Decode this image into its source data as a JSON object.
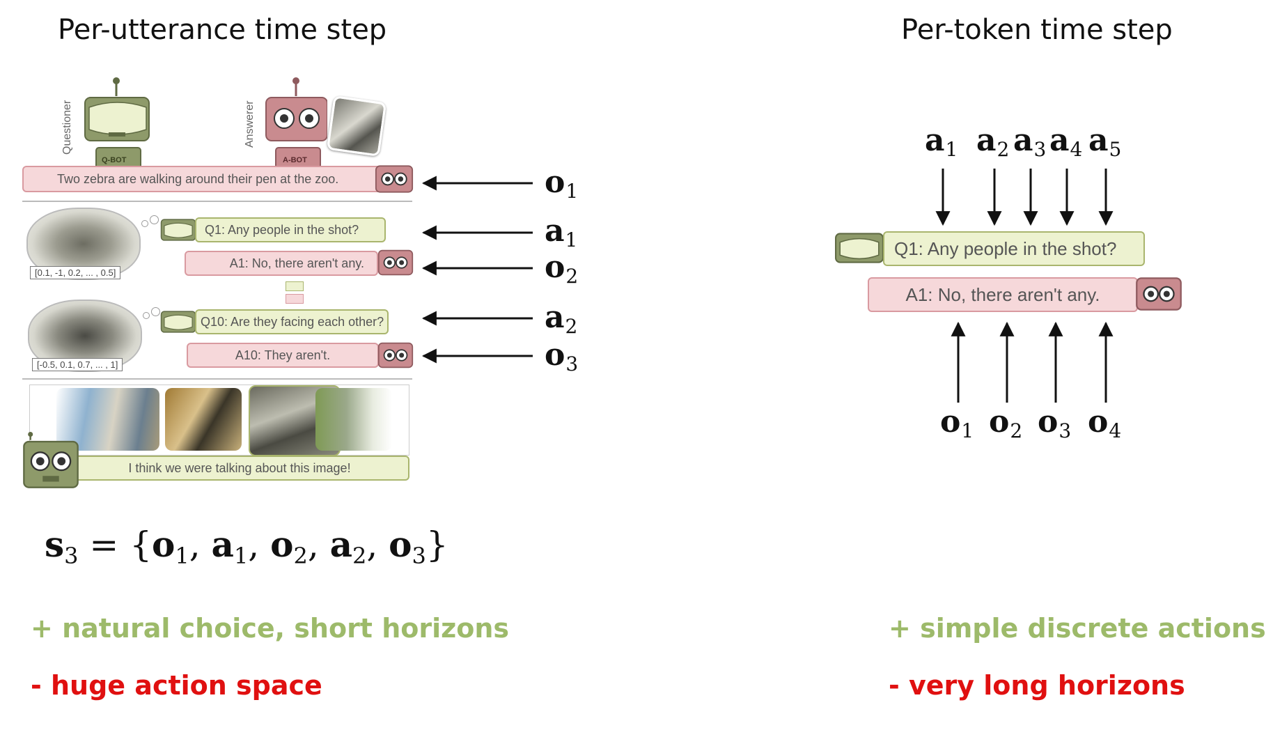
{
  "left": {
    "title": "Per-utterance time step",
    "robot_labels": {
      "questioner": "Questioner",
      "answerer": "Answerer",
      "qbot": "Q-BOT",
      "abot": "A-BOT"
    },
    "caption": "Two zebra are walking around their pen at the zoo.",
    "round1": {
      "question": "Q1: Any people in the shot?",
      "answer": "A1: No, there aren't any.",
      "vector": "[0.1, -1, 0.2, ... , 0.5]"
    },
    "round10": {
      "question": "Q10: Are they facing each other?",
      "answer": "A10: They aren't.",
      "vector": "[-0.5, 0.1, 0.7, ... , 1]"
    },
    "guess": "I think we were talking about this image!",
    "symbols": {
      "o1": "1",
      "a1": "1",
      "o2": "2",
      "a2": "2",
      "o3": "3"
    },
    "formula": {
      "lhs_sub": "3",
      "items": [
        "1",
        "1",
        "2",
        "2",
        "3"
      ]
    },
    "pro": "+ natural choice, short horizons",
    "con": "- huge action space"
  },
  "right": {
    "title": "Per-token time step",
    "actions": [
      "1",
      "2",
      "3",
      "4",
      "5"
    ],
    "observations": [
      "1",
      "2",
      "3",
      "4"
    ],
    "question": "Q1: Any people in the shot?",
    "answer": "A1: No, there aren't any.",
    "pro": "+ simple discrete actions",
    "con": "- very long horizons"
  },
  "colors": {
    "q_fill": "#edf2d0",
    "a_fill": "#f6d8da",
    "pro": "#9dba6a",
    "con": "#e01010",
    "robot_green": "#8e9a6a",
    "robot_pink": "#c98b8f"
  }
}
